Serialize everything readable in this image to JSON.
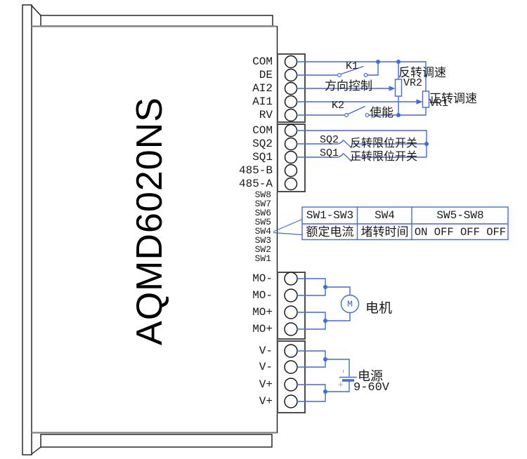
{
  "title": "AQMD6020NS",
  "colors": {
    "wire_blue": "#4169E1",
    "board_edge_gray": "#808080",
    "terminal_block_gray": "#4D4D4D"
  },
  "terminal_blocks": [
    {
      "terminals": [
        "COM",
        "DE",
        "AI2",
        "AI1",
        "RV"
      ]
    },
    {
      "terminals": [
        "COM",
        "SQ2",
        "SQ1",
        "485-B",
        "485-A"
      ]
    },
    {
      "terminals": [
        "MO-",
        "MO-",
        "MO+",
        "MO+"
      ]
    },
    {
      "terminals": [
        "V-",
        "V-",
        "V+",
        "V+"
      ]
    }
  ],
  "dip_switch_labels": [
    "SW8",
    "SW7",
    "SW6",
    "SW5",
    "SW4",
    "SW3",
    "SW2",
    "SW1"
  ],
  "circuit": {
    "k1_label": "K1",
    "k1_caption": "方向控制",
    "k2_label": "K2",
    "k2_caption": "使能",
    "vr2_caption": "反转调速",
    "vr2_label": "VR2",
    "vr1_caption": "正转调速",
    "vr1_label": "VR1",
    "sq2_label": "SQ2",
    "sq2_caption": "反转限位开关",
    "sq1_label": "SQ1",
    "sq1_caption": "正转限位开关",
    "motor_symbol": "M",
    "motor_caption": "电机",
    "power_caption": "电源",
    "power_range": "9-60V",
    "battery_plus": "+",
    "battery_minus": "-"
  },
  "dip_table": {
    "headers": [
      "SW1-SW3",
      "SW4",
      "SW5-SW8"
    ],
    "values": [
      "额定电流",
      "堵转时间",
      "ON OFF OFF OFF"
    ]
  }
}
